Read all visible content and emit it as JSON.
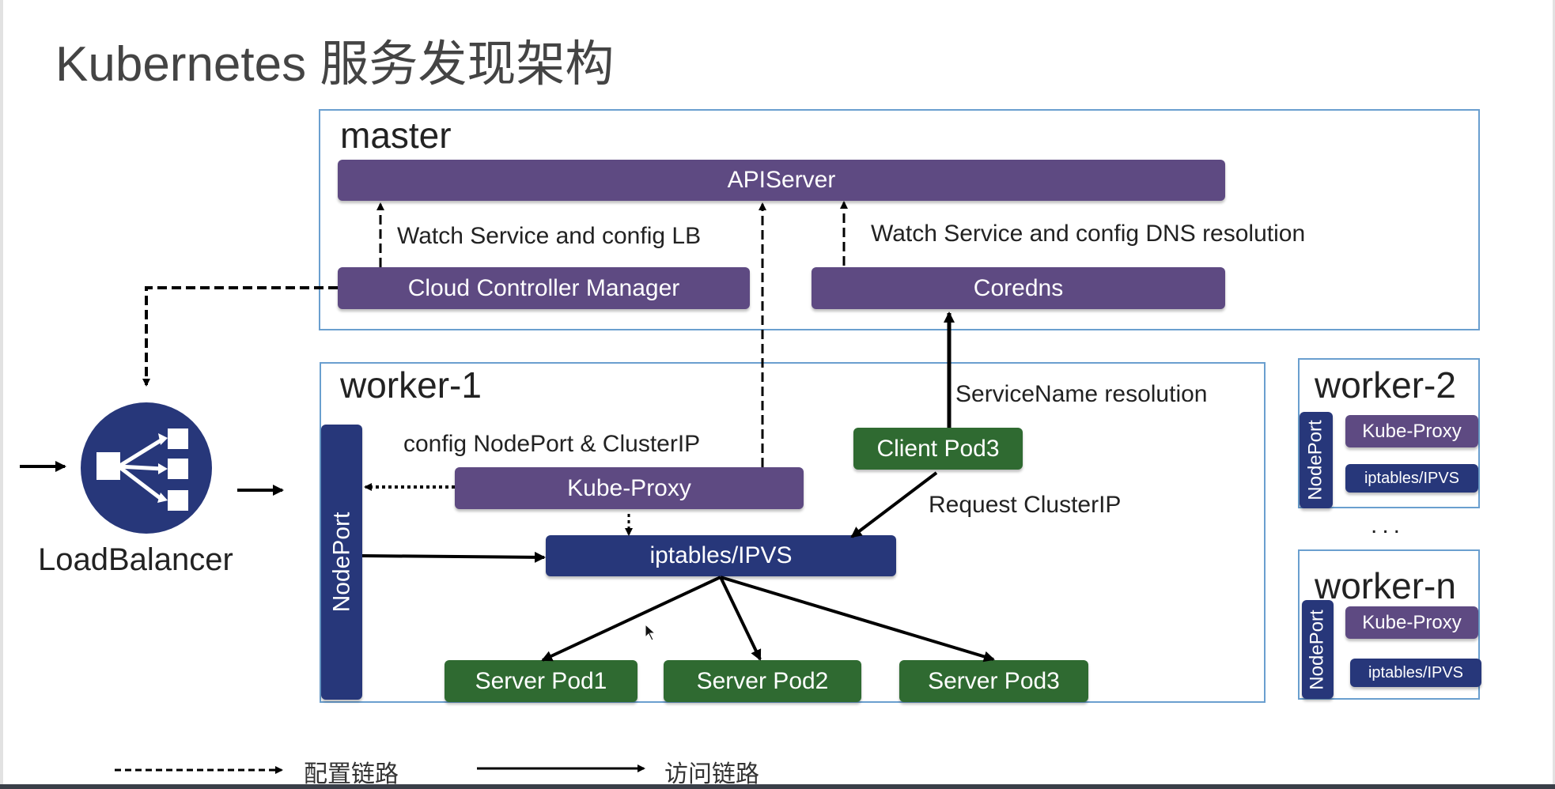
{
  "title": "Kubernetes 服务发现架构",
  "master": {
    "label": "master",
    "apiserver": "APIServer",
    "ccm": "Cloud Controller Manager",
    "coredns": "Coredns",
    "note_lb": "Watch Service and config LB",
    "note_dns": "Watch Service and config DNS resolution"
  },
  "worker1": {
    "label": "worker-1",
    "nodeport": "NodePort",
    "kube_proxy": "Kube-Proxy",
    "iptables": "iptables/IPVS",
    "client_pod": "Client Pod3",
    "server_pods": [
      "Server Pod1",
      "Server Pod2",
      "Server Pod3"
    ],
    "note_config": "config NodePort & ClusterIP",
    "note_resolution": "ServiceName resolution",
    "note_request": "Request ClusterIP"
  },
  "worker2": {
    "label": "worker-2",
    "nodeport": "NodePort",
    "kube_proxy": "Kube-Proxy",
    "iptables": "iptables/IPVS"
  },
  "ellipsis": "...",
  "workern": {
    "label": "worker-n",
    "nodeport": "NodePort",
    "kube_proxy": "Kube-Proxy",
    "iptables": "iptables/IPVS"
  },
  "loadbalancer": {
    "label": "LoadBalancer",
    "icon": "load-balancer-icon"
  },
  "legend": {
    "config_link": "配置链路",
    "access_link": "访问链路"
  },
  "colors": {
    "purple": "#5e4a82",
    "navy": "#27377a",
    "green": "#2f6a31",
    "box_border": "#6a9fcf"
  }
}
